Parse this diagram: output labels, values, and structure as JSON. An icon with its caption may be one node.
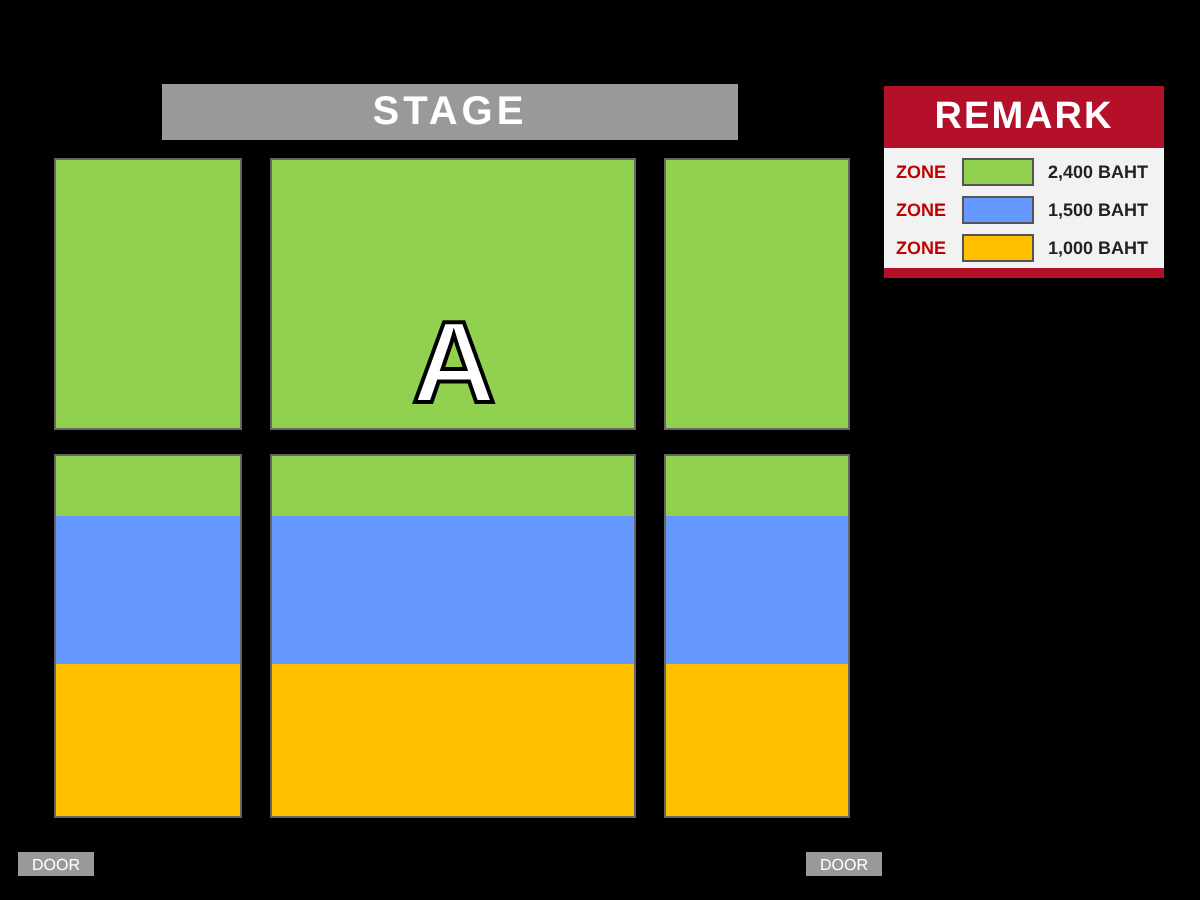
{
  "diagram": {
    "nodes": [
      {
        "text": [
          "STAGE"
        ]
      },
      {
        "text": [
          "REMARK"
        ]
      },
      {
        "text": [
          "DOOR"
        ]
      },
      {
        "text": [
          "DOOR"
        ]
      },
      {
        "text": [],
        "shape": "box"
      },
      {
        "text": [],
        "shape": "box"
      },
      {
        "text": [],
        "shape": "box"
      },
      {
        "text": [],
        "shape": "box"
      },
      {
        "text": [],
        "shape": "box"
      },
      {
        "text": [],
        "shape": "box"
      }
    ],
    "labels": [
      "A",
      "ZONE",
      "ZONE",
      "ZONE"
    ],
    "legend": [
      {
        "text": "2,400 BAHT",
        "color": "#92d050"
      },
      {
        "text": "1,500 BAHT",
        "color": "#6699ff"
      },
      {
        "text": "1,000 BAHT",
        "color": "#ffc000"
      }
    ]
  }
}
